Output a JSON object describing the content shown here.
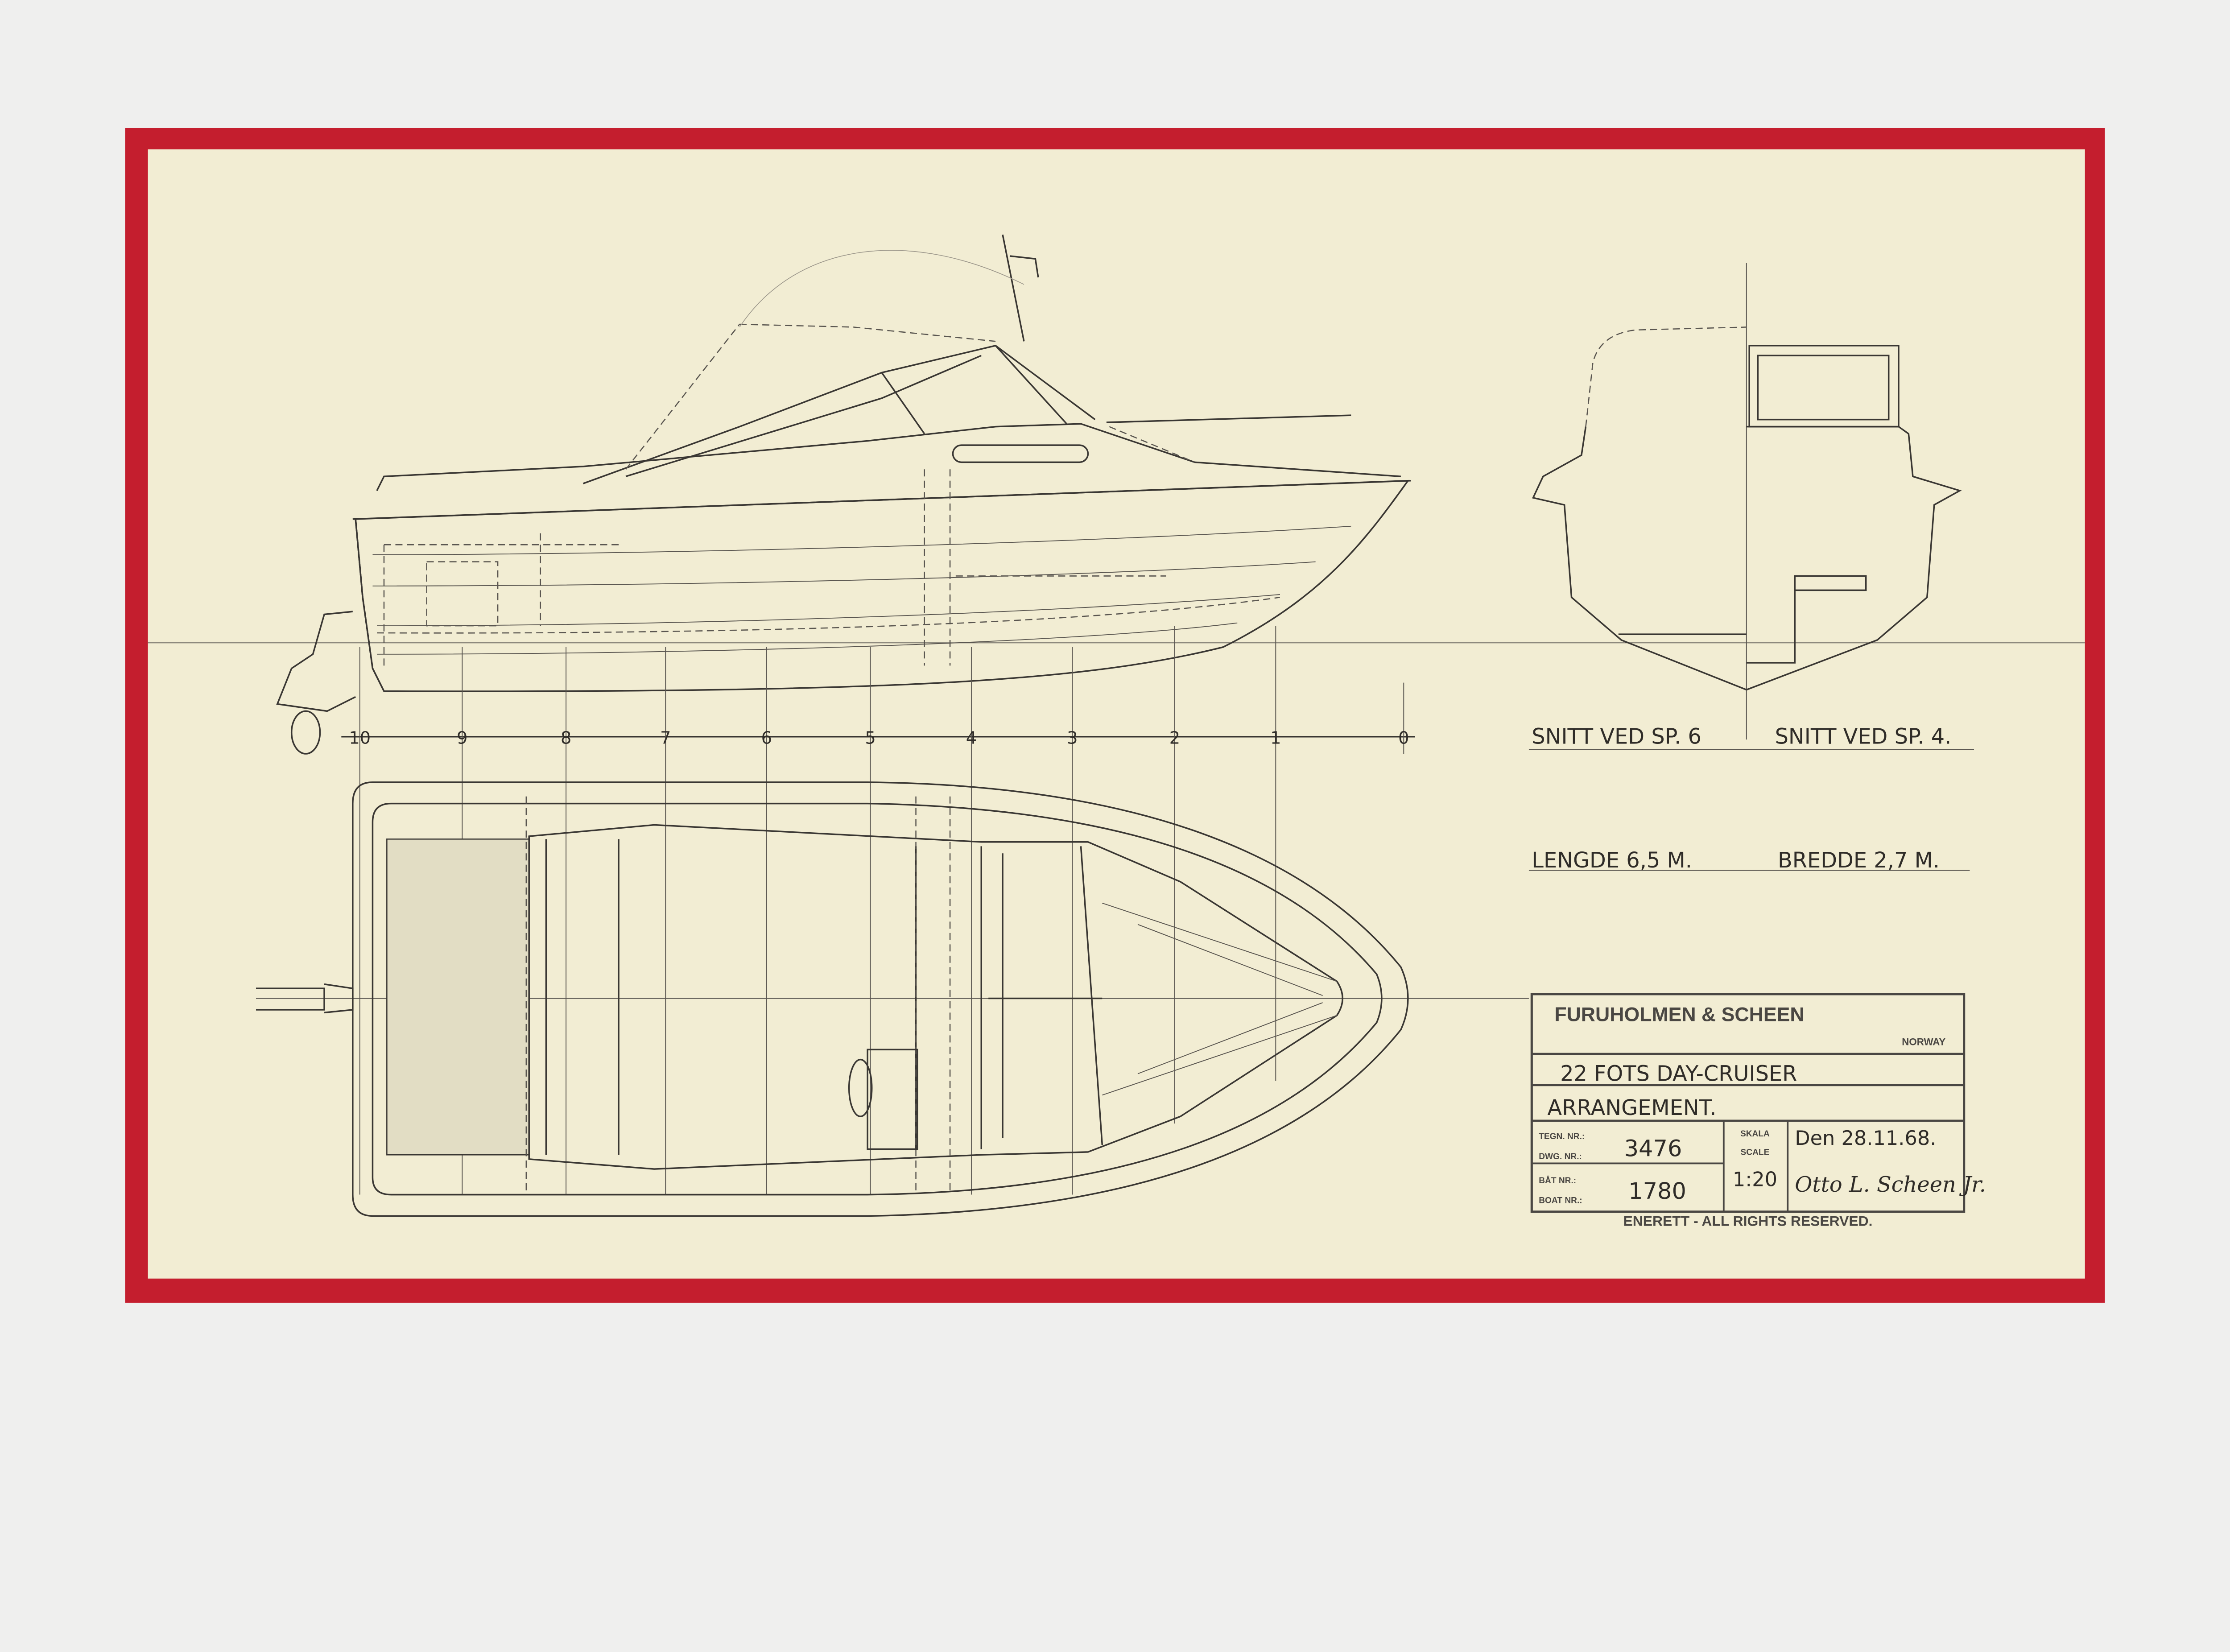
{
  "colors": {
    "background": "#efefee",
    "frame": "#c41e2e",
    "paper": "#f2edd3",
    "ink": "#3a3733"
  },
  "stations": [
    "10",
    "9",
    "8",
    "7",
    "6",
    "5",
    "4",
    "3",
    "2",
    "1",
    "0"
  ],
  "sections": {
    "left_label": "SNITT VED SP. 6",
    "right_label": "SNITT VED SP. 4."
  },
  "dimensions": {
    "length": "LENGDE 6,5 M.",
    "beam": "BREDDE 2,7 M."
  },
  "title_block": {
    "company": "FURUHOLMEN & SCHEEN",
    "country": "NORWAY",
    "title": "22 FOTS DAY-CRUISER",
    "subtitle": "ARRANGEMENT.",
    "drawing_no_label_no": "TEGN. NR.:",
    "drawing_no_label_en": "DWG. NR.:",
    "drawing_no": "3476",
    "boat_no_label_no": "BÅT NR.:",
    "boat_no_label_en": "BOAT NR.:",
    "boat_no": "1780",
    "scale_label_no": "SKALA",
    "scale_label_en": "SCALE",
    "scale": "1:20",
    "date": "Den 28.11.68.",
    "signature": "Otto L. Scheen Jr.",
    "copyright": "ENERETT - ALL RIGHTS RESERVED."
  }
}
